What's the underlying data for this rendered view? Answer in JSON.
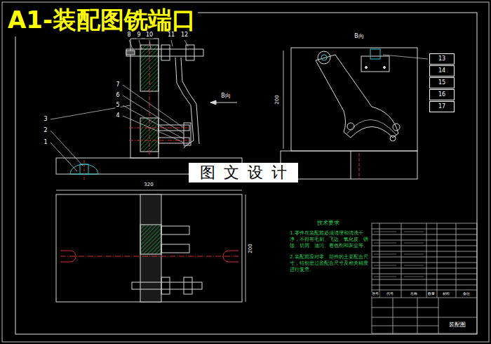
{
  "diagram": {
    "title": "A1-装配图铣端口",
    "nodes": [
      {
        "text": [
          "13"
        ]
      },
      {
        "text": [
          "14"
        ]
      },
      {
        "text": [
          "15"
        ]
      },
      {
        "text": [
          "16"
        ]
      },
      {
        "text": [
          "17"
        ]
      }
    ],
    "labels": [
      "8",
      "9",
      "10",
      "11",
      "12",
      "7",
      "6",
      "5",
      "4",
      "3",
      "2",
      "1",
      "B向",
      "B向",
      "200",
      "320",
      "200",
      "图文设计",
      "技术要求",
      "1.零件在装配前必须清理和清洗干净，不得有毛刺、飞边、氧化皮、锈蚀、切屑、油污、着色剂和灰尘等。",
      "2.装配前应对零、部件的主要配合尺寸，特别是过盈配合尺寸及相关精度进行复查。",
      "序号",
      "代号",
      "名称",
      "数量",
      "材料",
      "备注",
      "装配图"
    ]
  }
}
